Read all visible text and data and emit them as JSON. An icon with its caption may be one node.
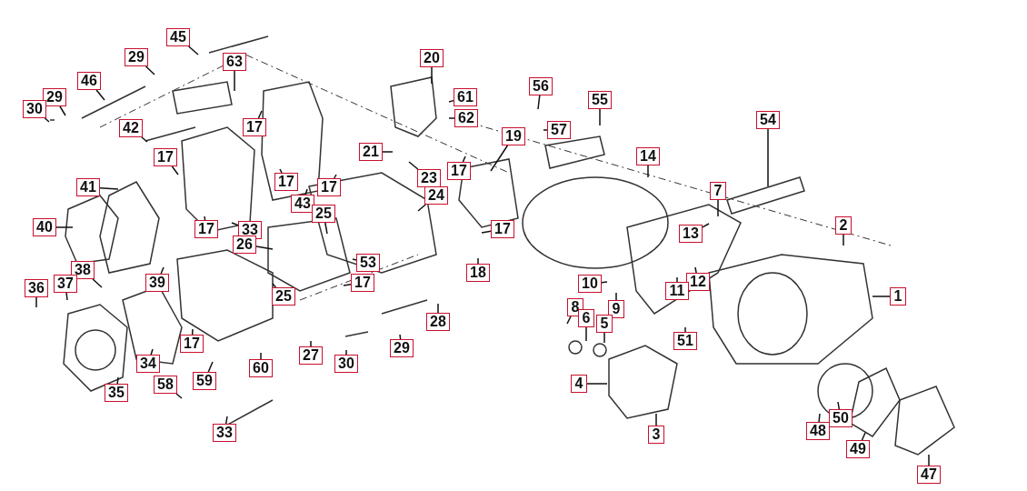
{
  "diagram": {
    "nodes": [
      {
        "text": [
          "63"
        ]
      },
      {
        "text": [
          "45"
        ]
      },
      {
        "text": [
          "29"
        ]
      },
      {
        "text": [
          "46"
        ]
      },
      {
        "text": [
          "29"
        ]
      },
      {
        "text": [
          "30"
        ]
      },
      {
        "text": [
          "20"
        ]
      },
      {
        "text": [
          "61"
        ]
      },
      {
        "text": [
          "62"
        ]
      },
      {
        "text": [
          "56"
        ]
      },
      {
        "text": [
          "57"
        ]
      },
      {
        "text": [
          "55"
        ]
      },
      {
        "text": [
          "42"
        ]
      },
      {
        "text": [
          "17"
        ]
      },
      {
        "text": [
          "21"
        ]
      },
      {
        "text": [
          "19"
        ]
      },
      {
        "text": [
          "54"
        ]
      },
      {
        "text": [
          "17"
        ]
      },
      {
        "text": [
          "14"
        ]
      },
      {
        "text": [
          "17"
        ]
      },
      {
        "text": [
          "23"
        ]
      },
      {
        "text": [
          "24"
        ]
      },
      {
        "text": [
          "7"
        ]
      },
      {
        "text": [
          "41"
        ]
      },
      {
        "text": [
          "17"
        ]
      },
      {
        "text": [
          "43"
        ]
      },
      {
        "text": [
          "17"
        ]
      },
      {
        "text": [
          "25"
        ]
      },
      {
        "text": [
          "40"
        ]
      },
      {
        "text": [
          "17"
        ]
      },
      {
        "text": [
          "33"
        ]
      },
      {
        "text": [
          "26"
        ]
      },
      {
        "text": [
          "17"
        ]
      },
      {
        "text": [
          "2"
        ]
      },
      {
        "text": [
          "13"
        ]
      },
      {
        "text": [
          "18"
        ]
      },
      {
        "text": [
          "53"
        ]
      },
      {
        "text": [
          "38"
        ]
      },
      {
        "text": [
          "37"
        ]
      },
      {
        "text": [
          "36"
        ]
      },
      {
        "text": [
          "39"
        ]
      },
      {
        "text": [
          "17"
        ]
      },
      {
        "text": [
          "10"
        ]
      },
      {
        "text": [
          "25"
        ]
      },
      {
        "text": [
          "12"
        ]
      },
      {
        "text": [
          "11"
        ]
      },
      {
        "text": [
          "1"
        ]
      },
      {
        "text": [
          "8"
        ]
      },
      {
        "text": [
          "9"
        ]
      },
      {
        "text": [
          "6"
        ]
      },
      {
        "text": [
          "5"
        ]
      },
      {
        "text": [
          "28"
        ]
      },
      {
        "text": [
          "17"
        ]
      },
      {
        "text": [
          "34"
        ]
      },
      {
        "text": [
          "27"
        ]
      },
      {
        "text": [
          "29"
        ]
      },
      {
        "text": [
          "51"
        ]
      },
      {
        "text": [
          "30"
        ]
      },
      {
        "text": [
          "60"
        ]
      },
      {
        "text": [
          "58"
        ]
      },
      {
        "text": [
          "59"
        ]
      },
      {
        "text": [
          "4"
        ]
      },
      {
        "text": [
          "35"
        ]
      },
      {
        "text": [
          "3"
        ]
      },
      {
        "text": [
          "48"
        ]
      },
      {
        "text": [
          "50"
        ]
      },
      {
        "text": [
          "49"
        ]
      },
      {
        "text": [
          "33"
        ]
      },
      {
        "text": [
          "47"
        ]
      }
    ],
    "edges": [
      {
        "from": 0,
        "to": null,
        "arrow": "none"
      },
      {
        "from": 1,
        "to": null,
        "arrow": "none"
      },
      {
        "from": 2,
        "to": null,
        "arrow": "none"
      },
      {
        "from": 3,
        "to": null,
        "arrow": "none"
      },
      {
        "from": 4,
        "to": null,
        "arrow": "none"
      },
      {
        "from": 5,
        "to": null,
        "arrow": "none"
      },
      {
        "from": 6,
        "to": null,
        "arrow": "none"
      },
      {
        "from": 7,
        "to": null,
        "arrow": "none"
      },
      {
        "from": 8,
        "to": null,
        "arrow": "none"
      },
      {
        "from": 9,
        "to": null,
        "arrow": "none"
      },
      {
        "from": 10,
        "to": null,
        "arrow": "none"
      },
      {
        "from": 11,
        "to": null,
        "arrow": "none"
      },
      {
        "from": 12,
        "to": null,
        "arrow": "none"
      },
      {
        "from": 13,
        "to": null,
        "arrow": "none"
      },
      {
        "from": 14,
        "to": null,
        "arrow": "none"
      },
      {
        "from": 15,
        "to": null,
        "arrow": "none"
      },
      {
        "from": 16,
        "to": null,
        "arrow": "none"
      },
      {
        "from": 17,
        "to": null,
        "arrow": "none"
      },
      {
        "from": 18,
        "to": null,
        "arrow": "none"
      },
      {
        "from": 19,
        "to": null,
        "arrow": "none"
      },
      {
        "from": 20,
        "to": null,
        "arrow": "none"
      },
      {
        "from": 21,
        "to": null,
        "arrow": "none"
      },
      {
        "from": 22,
        "to": null,
        "arrow": "none"
      },
      {
        "from": 23,
        "to": null,
        "arrow": "none"
      },
      {
        "from": 24,
        "to": null,
        "arrow": "none"
      },
      {
        "from": 25,
        "to": null,
        "arrow": "none"
      },
      {
        "from": 26,
        "to": null,
        "arrow": "none"
      },
      {
        "from": 27,
        "to": null,
        "arrow": "none"
      },
      {
        "from": 28,
        "to": null,
        "arrow": "none"
      },
      {
        "from": 29,
        "to": null,
        "arrow": "none"
      },
      {
        "from": 30,
        "to": null,
        "arrow": "none"
      },
      {
        "from": 31,
        "to": null,
        "arrow": "none"
      },
      {
        "from": 32,
        "to": null,
        "arrow": "none"
      },
      {
        "from": 33,
        "to": null,
        "arrow": "none"
      },
      {
        "from": 34,
        "to": null,
        "arrow": "none"
      },
      {
        "from": 35,
        "to": null,
        "arrow": "none"
      },
      {
        "from": 36,
        "to": null,
        "arrow": "none"
      },
      {
        "from": 37,
        "to": null,
        "arrow": "none"
      },
      {
        "from": 38,
        "to": null,
        "arrow": "none"
      },
      {
        "from": 39,
        "to": null,
        "arrow": "none"
      },
      {
        "from": 40,
        "to": null,
        "arrow": "none"
      },
      {
        "from": 41,
        "to": null,
        "arrow": "none"
      },
      {
        "from": 42,
        "to": null,
        "arrow": "none"
      },
      {
        "from": 43,
        "to": null,
        "arrow": "none"
      },
      {
        "from": 44,
        "to": null,
        "arrow": "none"
      },
      {
        "from": 45,
        "to": null,
        "arrow": "none"
      },
      {
        "from": 46,
        "to": null,
        "arrow": "none"
      },
      {
        "from": 47,
        "to": null,
        "arrow": "none"
      },
      {
        "from": 48,
        "to": null,
        "arrow": "none"
      },
      {
        "from": 49,
        "to": null,
        "arrow": "none"
      },
      {
        "from": 50,
        "to": null,
        "arrow": "none"
      },
      {
        "from": 51,
        "to": null,
        "arrow": "none"
      },
      {
        "from": 52,
        "to": null,
        "arrow": "none"
      },
      {
        "from": 53,
        "to": null,
        "arrow": "none"
      },
      {
        "from": 54,
        "to": null,
        "arrow": "none"
      },
      {
        "from": 55,
        "to": null,
        "arrow": "none"
      },
      {
        "from": 56,
        "to": null,
        "arrow": "none"
      },
      {
        "from": 57,
        "to": null,
        "arrow": "none"
      },
      {
        "from": 58,
        "to": null,
        "arrow": "none"
      },
      {
        "from": 59,
        "to": null,
        "arrow": "none"
      },
      {
        "from": 60,
        "to": null,
        "arrow": "none"
      },
      {
        "from": 61,
        "to": null,
        "arrow": "none"
      },
      {
        "from": 62,
        "to": null,
        "arrow": "none"
      },
      {
        "from": 63,
        "to": null,
        "arrow": "none"
      },
      {
        "from": 64,
        "to": null,
        "arrow": "none"
      },
      {
        "from": 65,
        "to": null,
        "arrow": "none"
      },
      {
        "from": 66,
        "to": null,
        "arrow": "none"
      },
      {
        "from": 67,
        "to": null,
        "arrow": "none"
      },
      {
        "from": 68,
        "to": null,
        "arrow": "none"
      }
    ]
  }
}
